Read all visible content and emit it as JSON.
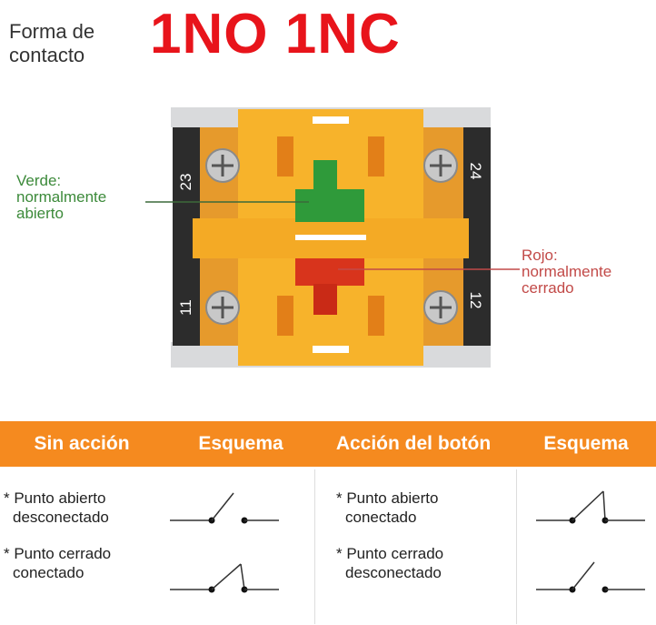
{
  "header": {
    "forma_line1": "Forma de",
    "forma_line2": "contacto",
    "title": "1NO 1NC"
  },
  "labels": {
    "green_line1": "Verde:",
    "green_line2": "normalmente",
    "green_line3": "abierto",
    "red_line1": "Rojo:",
    "red_line2": "normalmente",
    "red_line3": "cerrado"
  },
  "terminals": [
    "23",
    "24",
    "11",
    "12"
  ],
  "table": {
    "headers": [
      "Sin acción",
      "Esquema",
      "Acción del botón",
      "Esquema"
    ],
    "rows": [
      {
        "left_line1": "* Punto abierto",
        "left_line2": "desconectado",
        "right_line1": "* Punto abierto",
        "right_line2": "conectado"
      },
      {
        "left_line1": "* Punto cerrado",
        "left_line2": "conectado",
        "right_line1": "* Punto cerrado",
        "right_line2": "desconectado"
      }
    ]
  },
  "colors": {
    "title": "#e8141b",
    "header_bar": "#f58a1f",
    "body_yellow": "#f7b32b",
    "button_green": "#2f9a3a",
    "button_red": "#d8341c",
    "label_green": "#3c8a3a",
    "label_red": "#c24a48"
  }
}
